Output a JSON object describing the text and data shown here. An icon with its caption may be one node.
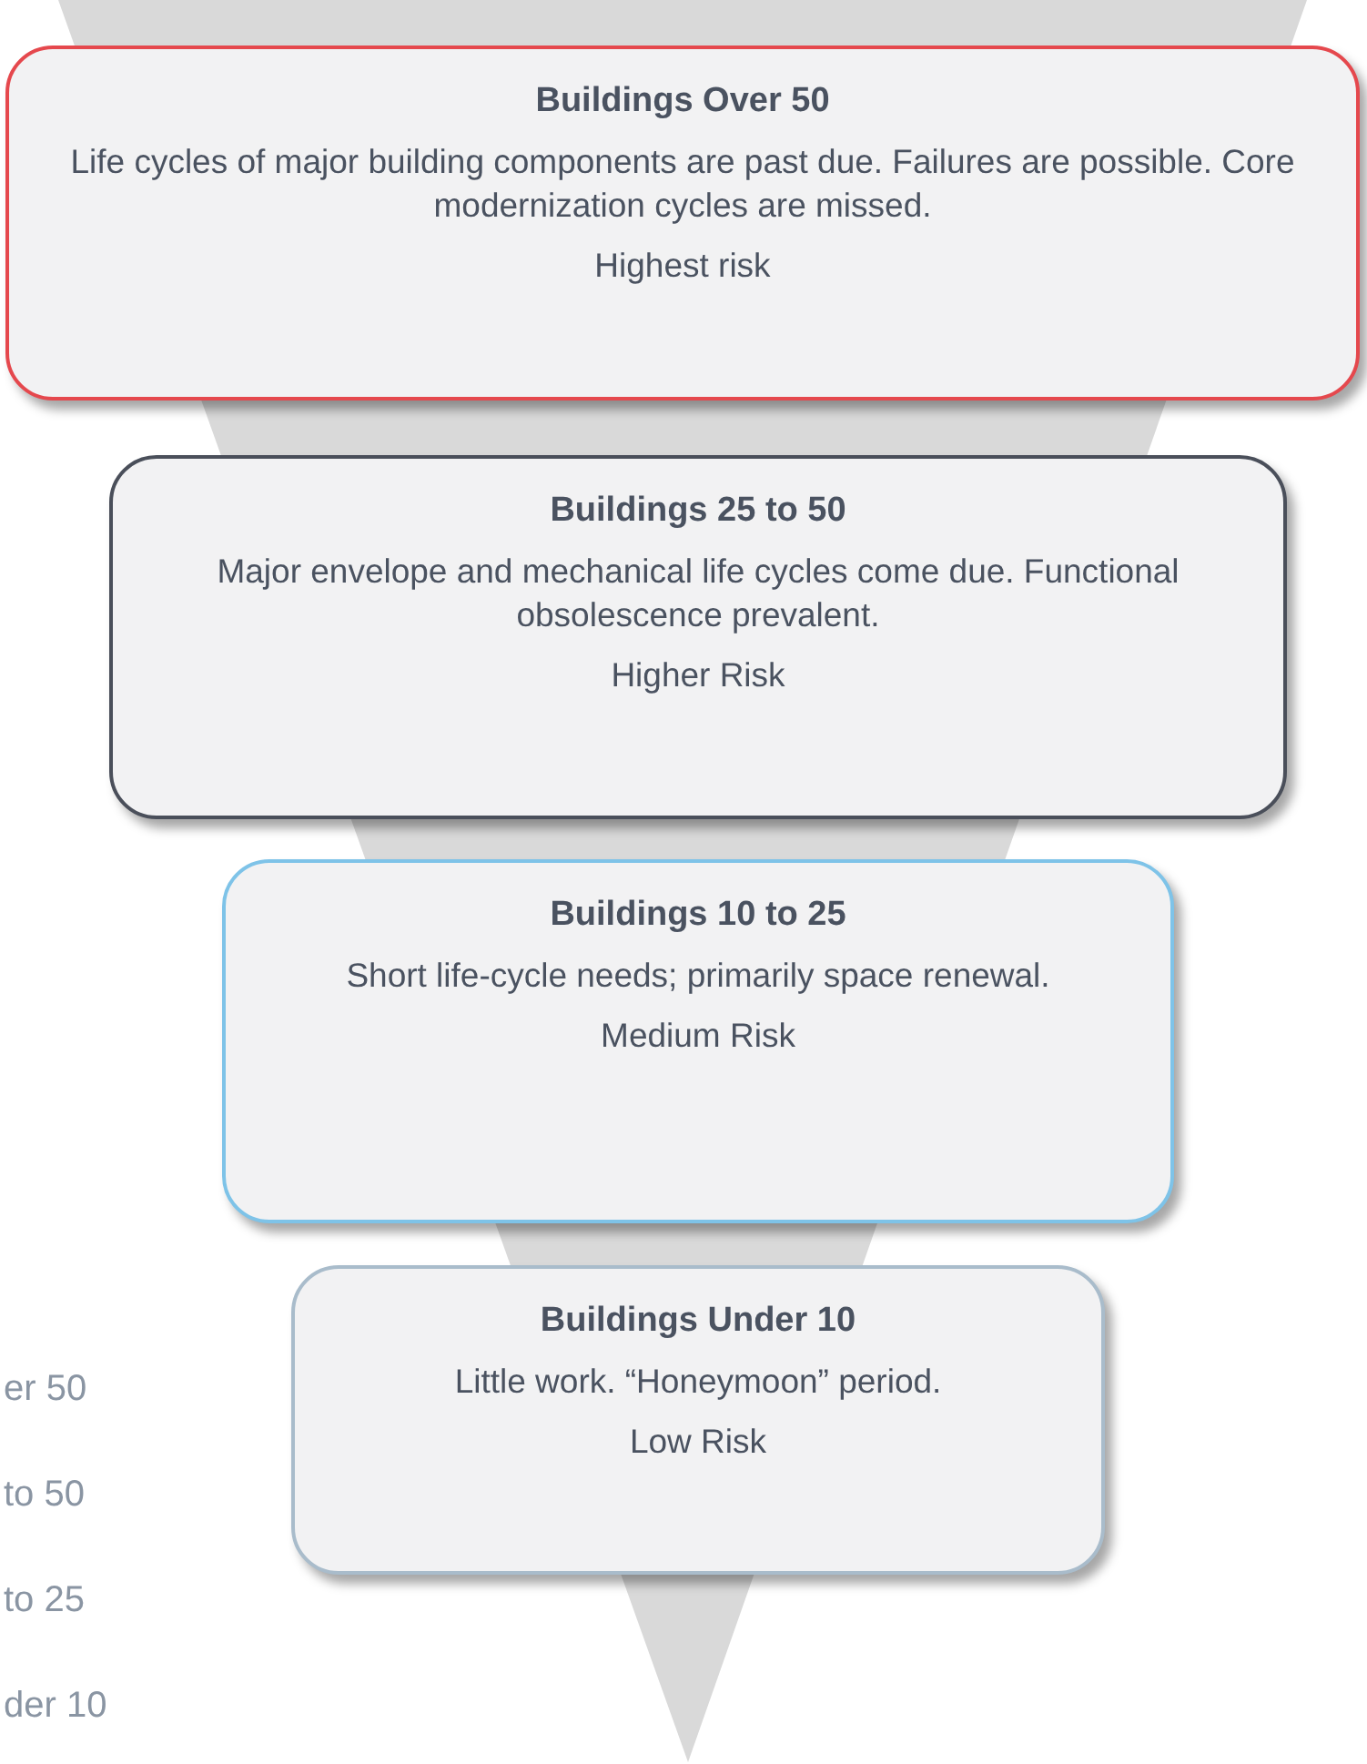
{
  "diagram": {
    "nodes": [
      {
        "text": [
          "Buildings Over 50",
          "Life cycles of major building components are past due. Failures are possible. Core modernization cycles are missed.",
          "Highest risk"
        ]
      },
      {
        "text": [
          "Buildings 25 to 50",
          "Major envelope and mechanical life cycles come due. Functional obsolescence prevalent.",
          "Higher Risk"
        ]
      },
      {
        "text": [
          "Buildings 10 to 25",
          "Short life-cycle needs; primarily space renewal.",
          "Medium Risk"
        ]
      },
      {
        "text": [
          "Buildings Under 10",
          "Little work. “Honeymoon” period.",
          "Low Risk"
        ]
      }
    ],
    "edges": [],
    "labels": [
      "er 50",
      "to 50",
      "to 25",
      "der 10"
    ]
  }
}
